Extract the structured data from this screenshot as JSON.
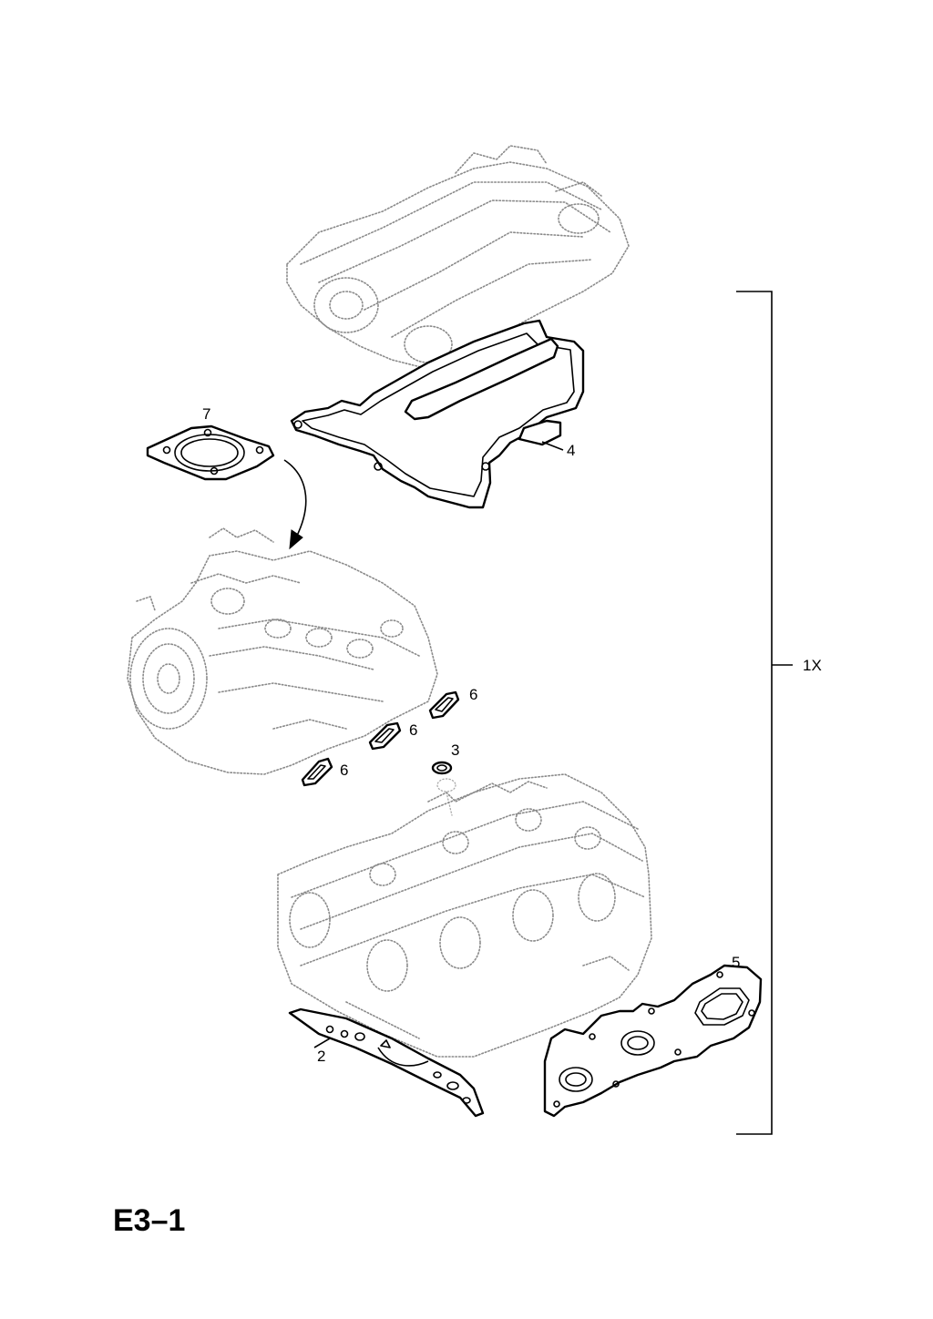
{
  "page_id": "E3–1",
  "kit_quantity": "1X",
  "callouts": {
    "item_2": "2",
    "item_3": "3",
    "item_4": "4",
    "item_5": "5",
    "item_6a": "6",
    "item_6b": "6",
    "item_6c": "6",
    "item_7": "7"
  },
  "icons": {
    "assembly_arrow": "curved-arrow-icon"
  }
}
